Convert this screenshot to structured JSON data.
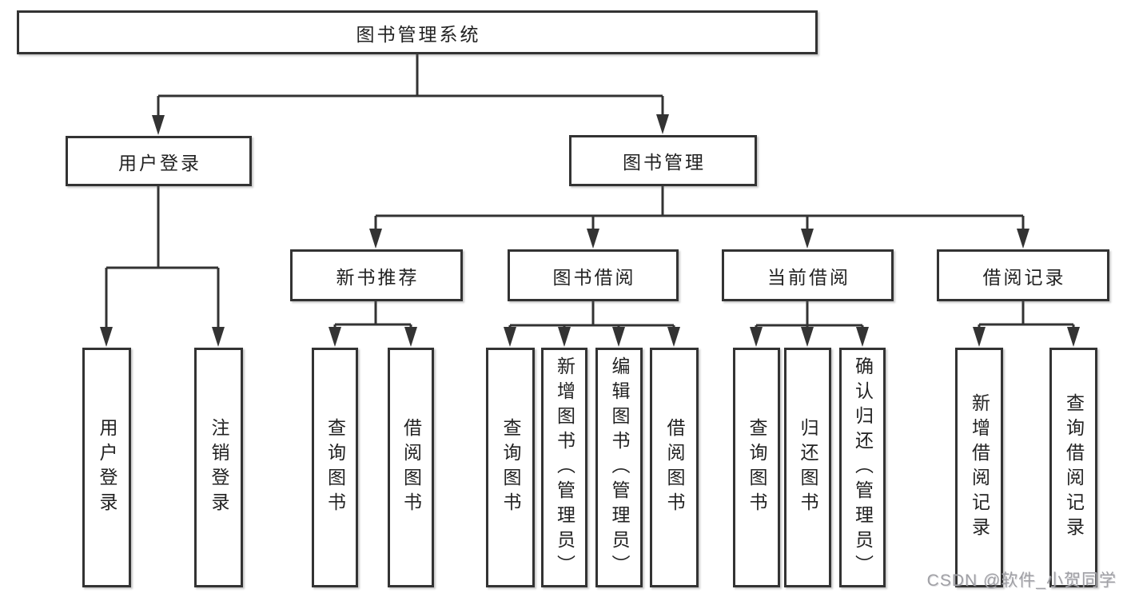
{
  "page": {
    "background": "#ffffff"
  },
  "colors": {
    "line": "#333333",
    "box_border": "#333333",
    "text": "#222222",
    "watermark": "#a0a0a5"
  },
  "watermark": "CSDN @软件_小贺同学",
  "tree": {
    "label": "图书管理系统",
    "children": [
      {
        "label": "用户登录",
        "children": [
          {
            "label": "用户登录"
          },
          {
            "label": "注销登录"
          }
        ]
      },
      {
        "label": "图书管理",
        "children": [
          {
            "label": "新书推荐",
            "children": [
              {
                "label": "查询图书"
              },
              {
                "label": "借阅图书"
              }
            ]
          },
          {
            "label": "图书借阅",
            "children": [
              {
                "label": "查询图书"
              },
              {
                "label": "新增图书（管理员）"
              },
              {
                "label": "编辑图书（管理员）"
              },
              {
                "label": "借阅图书"
              }
            ]
          },
          {
            "label": "当前借阅",
            "children": [
              {
                "label": "查询图书"
              },
              {
                "label": "归还图书"
              },
              {
                "label": "确认归还（管理员）"
              }
            ]
          },
          {
            "label": "借阅记录",
            "children": [
              {
                "label": "新增借阅记录"
              },
              {
                "label": "查询借阅记录"
              }
            ]
          }
        ]
      }
    ]
  }
}
